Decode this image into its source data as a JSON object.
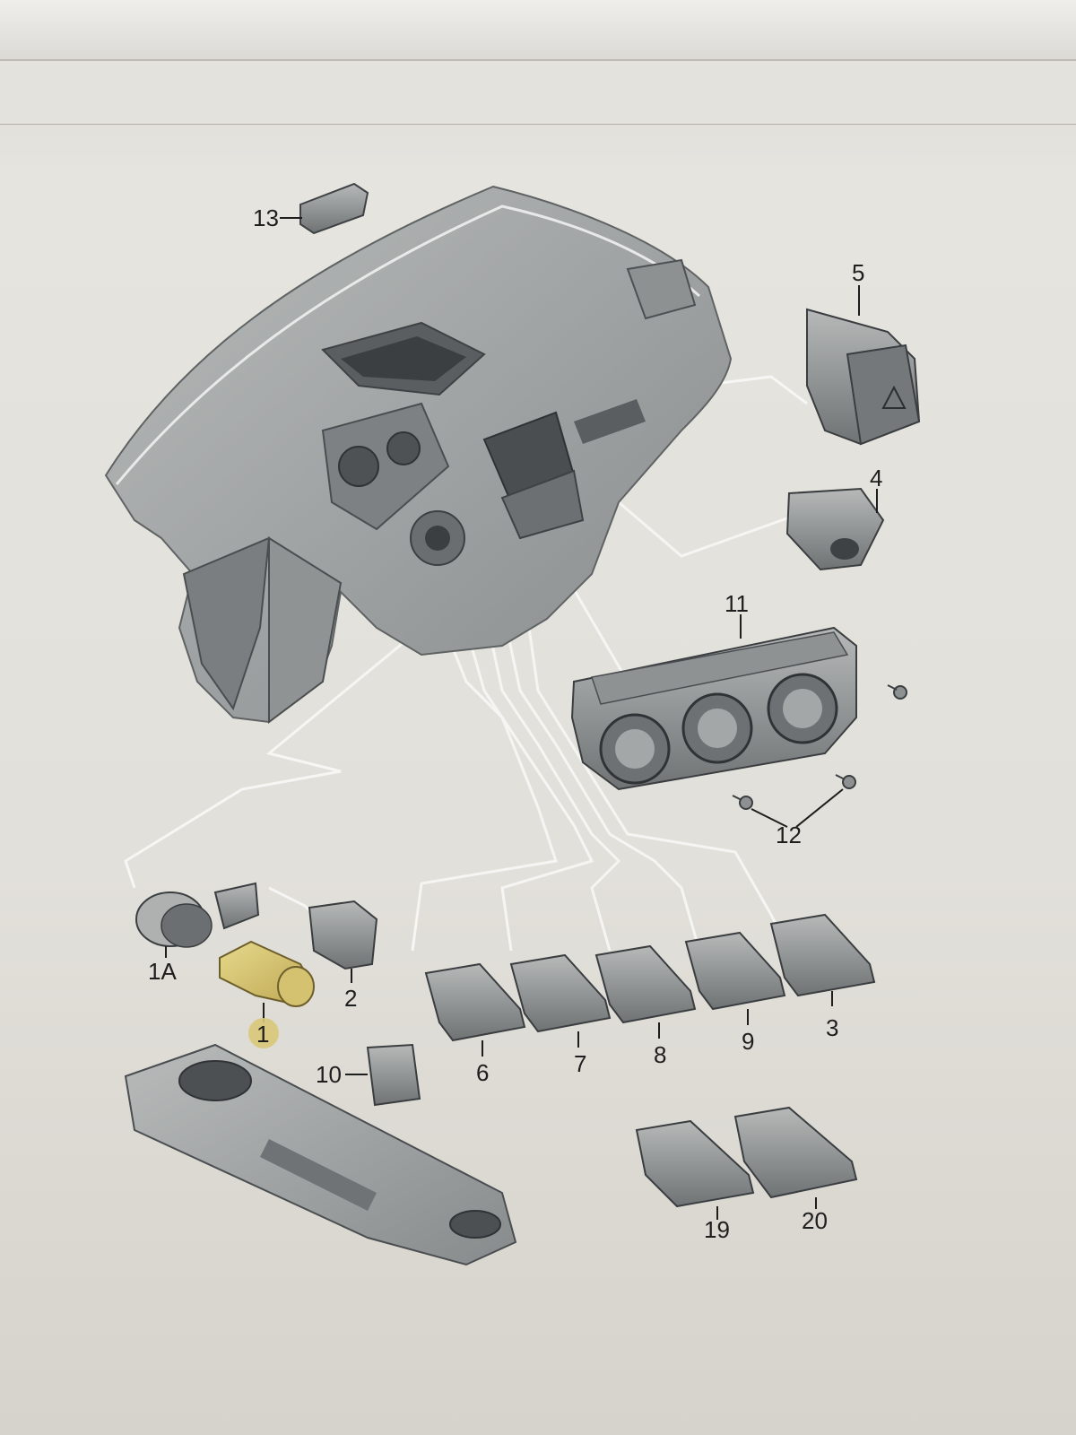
{
  "diagram": {
    "callouts": {
      "c13": "13",
      "c5": "5",
      "c4": "4",
      "c11": "11",
      "c12": "12",
      "c1A": "1A",
      "c1": "1",
      "c2": "2",
      "c10": "10",
      "c6": "6",
      "c7": "7",
      "c8": "8",
      "c9": "9",
      "c3": "3",
      "c19": "19",
      "c20": "20"
    },
    "highlighted_part": "1",
    "colors": {
      "part_fill": "#a8abaa",
      "part_dark": "#55595a",
      "highlight": "#d9c777",
      "leader_lines": "#f4f4f2"
    }
  }
}
